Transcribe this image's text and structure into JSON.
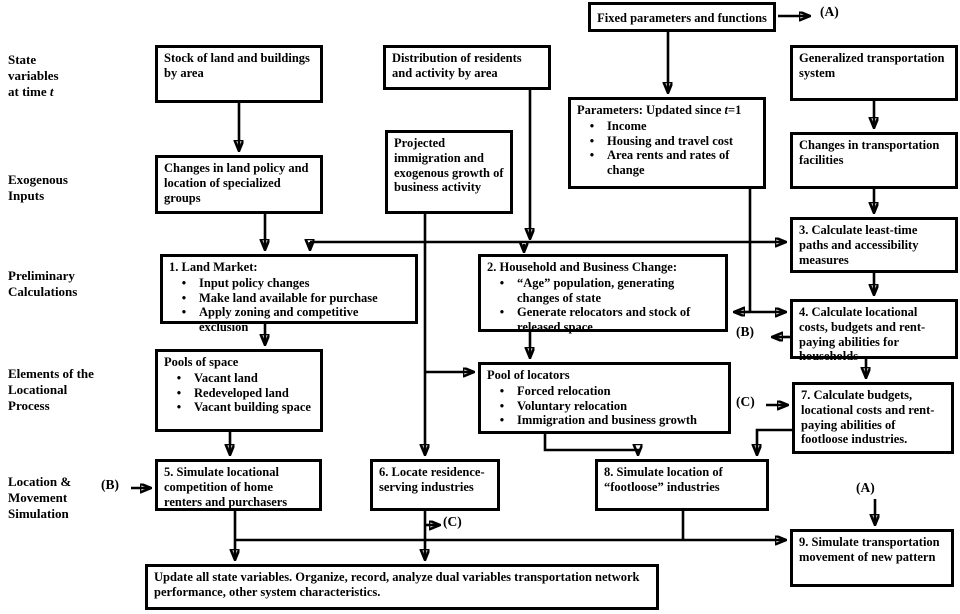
{
  "palette": {
    "ink": "#000000",
    "background": "#ffffff"
  },
  "connector_labels": {
    "a_top": "(A)",
    "a_mid": "(A)",
    "b_out": "(B)",
    "b_in": "(B)",
    "c_in": "(C)",
    "c_out": "(C)"
  },
  "row_labels": {
    "state": {
      "l1": "State",
      "l2": "variables",
      "l3_prefix": "at time ",
      "l3_italic": "t"
    },
    "exogenous": {
      "l1": "Exogenous",
      "l2": "Inputs"
    },
    "preliminary": {
      "l1": "Preliminary",
      "l2": "Calculations"
    },
    "elements": {
      "l1": "Elements of the",
      "l2": "Locational",
      "l3": "Process"
    },
    "location": {
      "l1": "Location &",
      "l2": "Movement",
      "l3": "Simulation"
    }
  },
  "boxes": {
    "fixed_params": {
      "title": "Fixed parameters and functions"
    },
    "stock_land": {
      "title": "Stock of land and buildings by area"
    },
    "distribution": {
      "title": "Distribution of residents and activity by area"
    },
    "gen_transport": {
      "title": "Generalized transportation system"
    },
    "parameters": {
      "title_prefix": "Parameters: Updated since ",
      "title_italic": "t",
      "title_suffix": "=1",
      "items": [
        "Income",
        "Housing and travel cost",
        "Area rents and rates of change"
      ]
    },
    "projected": {
      "title": "Projected immigration and exogenous growth of business activity"
    },
    "changes_land": {
      "title": "Changes in land policy and location of specialized groups"
    },
    "changes_transport": {
      "title": "Changes in transportation facilities"
    },
    "calc_paths": {
      "title": "3. Calculate least-time paths and accessibility measures"
    },
    "land_market": {
      "title": "1. Land Market:",
      "items": [
        "Input policy changes",
        "Make land available for purchase",
        "Apply zoning and competitive exclusion"
      ]
    },
    "household_change": {
      "title": "2. Household and Business Change:",
      "items": [
        "“Age” population, generating changes of state",
        "Generate relocators and stock of released space"
      ]
    },
    "calc_costs": {
      "title": "4. Calculate locational costs, budgets and rent-paying abilities for households"
    },
    "pools_space": {
      "title": "Pools of space",
      "items": [
        "Vacant land",
        "Redeveloped land",
        "Vacant building space"
      ]
    },
    "pool_locators": {
      "title": "Pool of locators",
      "items": [
        "Forced relocation",
        "Voluntary relocation",
        "Immigration and business growth"
      ]
    },
    "calc_budgets": {
      "title": "7. Calculate budgets, locational costs and rent-paying abilities of footloose industries."
    },
    "sim_competition": {
      "title": "5. Simulate locational competition of home renters and purchasers"
    },
    "locate_residence": {
      "title": "6. Locate residence-serving industries"
    },
    "sim_footloose": {
      "title": "8. Simulate location of “footloose” industries"
    },
    "sim_transport": {
      "title": "9. Simulate transportation movement of new pattern"
    },
    "update_state": {
      "title": "Update all state variables. Organize, record, analyze dual variables  transportation network performance, other system characteristics."
    }
  }
}
